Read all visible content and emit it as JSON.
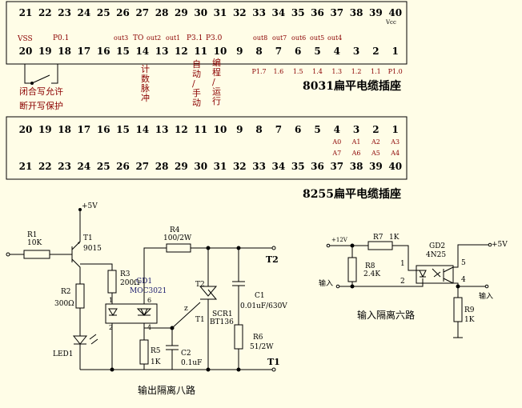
{
  "header_8031": {
    "title": "8031扁平电缆插座",
    "top_pins": [
      "21",
      "22",
      "23",
      "24",
      "25",
      "26",
      "27",
      "28",
      "29",
      "30",
      "31",
      "32",
      "33",
      "34",
      "35",
      "36",
      "37",
      "38",
      "39",
      "40"
    ],
    "bottom_pins": [
      "20",
      "19",
      "18",
      "17",
      "16",
      "15",
      "14",
      "13",
      "12",
      "11",
      "10",
      "9",
      "8",
      "7",
      "6",
      "5",
      "4",
      "3",
      "2",
      "1"
    ],
    "vcc": "Vcc",
    "signals_top": {
      "vss": "VSS",
      "p01": "P0.1",
      "out3": "out3",
      "to": "TO",
      "out2": "out2",
      "out1": "out1",
      "p31": "P3.1",
      "p30": "P3.0",
      "out8": "out8",
      "out7": "out7",
      "out6": "out6",
      "out5": "out5",
      "out4": "out4"
    },
    "signals_bottom": [
      "P1.7",
      "1.6",
      "1.5",
      "1.4",
      "1.3",
      "1.2",
      "1.1",
      "P1.0"
    ],
    "vertical_labels": [
      "闭合写允许",
      "断开写保护",
      "计数脉冲",
      "自动/手动",
      "编程/运行"
    ]
  },
  "header_8255": {
    "title": "8255扁平电缆插座",
    "top_pins": [
      "20",
      "19",
      "18",
      "17",
      "16",
      "15",
      "14",
      "13",
      "12",
      "11",
      "10",
      "9",
      "8",
      "7",
      "6",
      "5",
      "4",
      "3",
      "2",
      "1"
    ],
    "bottom_pins": [
      "21",
      "22",
      "23",
      "24",
      "25",
      "26",
      "27",
      "28",
      "29",
      "30",
      "31",
      "32",
      "33",
      "34",
      "35",
      "36",
      "37",
      "38",
      "39",
      "40"
    ],
    "port_labels_top": [
      "A0",
      "A1",
      "A2",
      "A3"
    ],
    "port_labels_bottom": [
      "A7",
      "A6",
      "A5",
      "A4"
    ]
  },
  "output_circuit": {
    "title": "输出隔离八路",
    "plus5v": "+5V",
    "r1": "R1",
    "r1_val": "10K",
    "t1": "T1",
    "t1_val": "9015",
    "r2": "R2",
    "r2_val": "300Ω",
    "led": "LED1",
    "r3": "R3",
    "r3_val": "200Ω",
    "gd1": "GD1",
    "gd1_val": "MOC3021",
    "pin1": "1",
    "pin2": "2",
    "pin4": "4",
    "pin6": "6",
    "z": "z",
    "r4": "R4",
    "r4_val": "100/2W",
    "t2_pin": "T2",
    "t1_pin": "T1",
    "scr": "SCR1",
    "scr_val": "BT136",
    "c1": "C1",
    "c1_val": "0.01uF/630V",
    "r6": "R6",
    "r6_val": "51/2W",
    "r5": "R5",
    "r5_val": "1K",
    "c2": "C2",
    "c2_val": "0.1uF",
    "term_t2": "T2",
    "term_t1": "T1"
  },
  "input_circuit": {
    "title": "输入隔离六路",
    "plus12v": "+12V",
    "r7": "R7",
    "r7_val": "1K",
    "r8": "R8",
    "r8_val": "2.4K",
    "gd2": "GD2",
    "gd2_val": "4N25",
    "pin1": "1",
    "pin2": "2",
    "pin4": "4",
    "pin5": "5",
    "in_left": "输入",
    "plus5v": "+5V",
    "out_right": "输入",
    "r9": "R9",
    "r9_val": "1K"
  }
}
